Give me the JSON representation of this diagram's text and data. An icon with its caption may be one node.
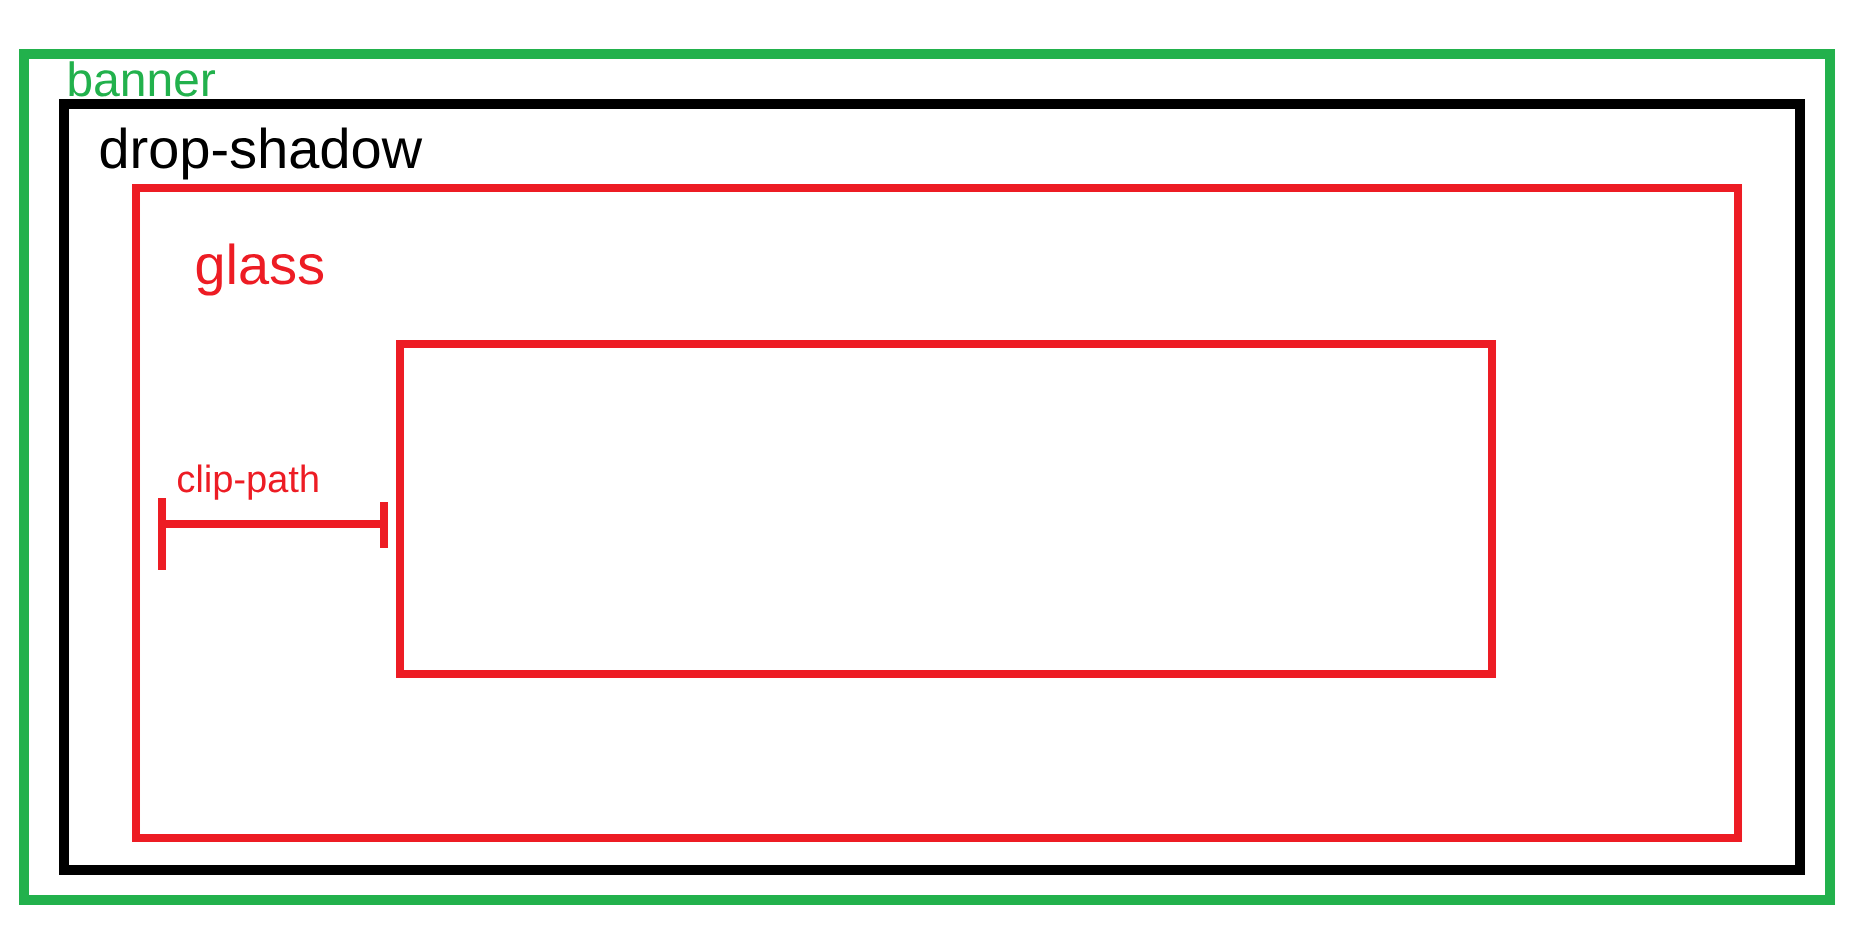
{
  "diagram": {
    "nodes": [
      {
        "text": [
          "banner"
        ]
      },
      {
        "text": [
          "drop-shadow"
        ],
        "in": 0
      },
      {
        "text": [
          "glass"
        ],
        "in": 1
      },
      {
        "text": [],
        "shape": "box",
        "in": 2
      }
    ],
    "labels": [
      "clip-path"
    ]
  }
}
